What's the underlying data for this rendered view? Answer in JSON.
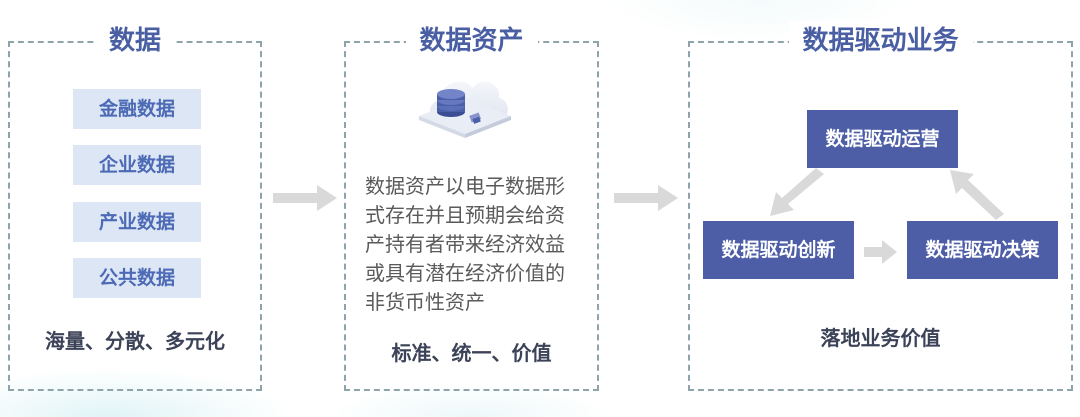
{
  "panels": {
    "data": {
      "title": "数据",
      "items": [
        "金融数据",
        "企业数据",
        "产业数据",
        "公共数据"
      ],
      "footer": "海量、分散、多元化"
    },
    "assets": {
      "title": "数据资产",
      "description_lines": [
        "数据资产以电子数据形",
        "式存在并且预期会给资",
        "产持有者带来经济效益",
        "或具有潜在经济价值的",
        "非货币性资产"
      ],
      "footer": "标准、统一、价值"
    },
    "business": {
      "title": "数据驱动业务",
      "top_box": "数据驱动运营",
      "left_box": "数据驱动创新",
      "right_box": "数据驱动决策",
      "footer": "落地业务价值"
    }
  },
  "icons": [
    "database-cloud-icon",
    "arrow-right-icon",
    "cycle-arrow-icon"
  ],
  "colors": {
    "title": "#4a5fa3",
    "chip_bg": "#dde6f4",
    "chip_text": "#4c6ab6",
    "navy": "#4d5ea7",
    "arrow": "#d9d9d9",
    "border": "#8fa3ad"
  }
}
